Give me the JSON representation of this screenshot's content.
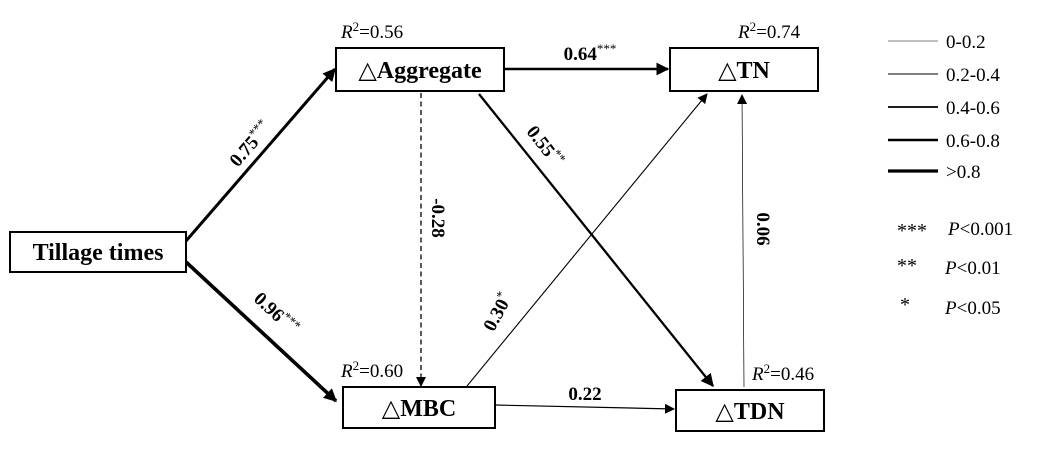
{
  "nodes": {
    "tillage": {
      "label": "Tillage times"
    },
    "aggregate": {
      "label": "△Aggregate",
      "r2_symbol": "R",
      "r2_exp": "2",
      "r2_value": "=0.56"
    },
    "tn": {
      "label": "△TN",
      "r2_symbol": "R",
      "r2_exp": "2",
      "r2_value": "=0.74"
    },
    "mbc": {
      "label": "△MBC",
      "r2_symbol": "R",
      "r2_exp": "2",
      "r2_value": "=0.60"
    },
    "tdn": {
      "label": "△TDN",
      "r2_symbol": "R",
      "r2_exp": "2",
      "r2_value": "=0.46"
    }
  },
  "paths": {
    "tillage_aggregate": {
      "coef": "0.75",
      "sig": "***"
    },
    "tillage_mbc": {
      "coef": "0.96",
      "sig": "***"
    },
    "aggregate_tn": {
      "coef": "0.64",
      "sig": "***"
    },
    "aggregate_tdn": {
      "coef": "0.55",
      "sig": "**"
    },
    "aggregate_mbc": {
      "coef": "-0.28",
      "sig": ""
    },
    "mbc_tn": {
      "coef": "0.30",
      "sig": "*"
    },
    "mbc_tdn": {
      "coef": "0.22",
      "sig": ""
    },
    "tdn_tn": {
      "coef": "0.06",
      "sig": ""
    }
  },
  "legend": {
    "widths": [
      {
        "label": "0-0.2"
      },
      {
        "label": "0.2-0.4"
      },
      {
        "label": "0.4-0.6"
      },
      {
        "label": "0.6-0.8"
      },
      {
        "label": ">0.8"
      }
    ],
    "significance": [
      {
        "stars": "***",
        "symbol": "P",
        "text": "<0.001"
      },
      {
        "stars": "**",
        "symbol": "P",
        "text": "<0.01"
      },
      {
        "stars": "*",
        "symbol": "P",
        "text": "<0.05"
      }
    ]
  },
  "colors": {
    "stroke": "#000000",
    "background": "#ffffff"
  }
}
